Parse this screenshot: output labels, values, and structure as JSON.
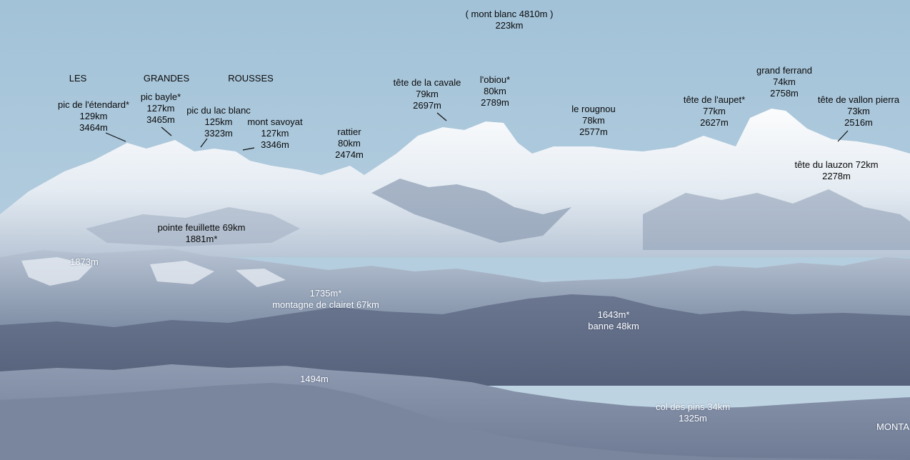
{
  "labels": {
    "mont_blanc": {
      "name": "( mont blanc 4810m )",
      "dist": "223km"
    },
    "les": "LES",
    "grandes": "GRANDES",
    "rousses": "ROUSSES",
    "etendard": {
      "name": "pic de l'étendard*",
      "dist": "129km",
      "alt": "3464m"
    },
    "bayle": {
      "name": "pic bayle*",
      "dist": "127km",
      "alt": "3465m"
    },
    "lac_blanc": {
      "name": "pic du lac blanc",
      "dist": "125km",
      "alt": "3323m"
    },
    "savoyat": {
      "name": "mont savoyat",
      "dist": "127km",
      "alt": "3346m"
    },
    "rattier": {
      "name": "rattier",
      "dist": "80km",
      "alt": "2474m"
    },
    "cavale": {
      "name": "tête de la cavale",
      "dist": "79km",
      "alt": "2697m"
    },
    "obiou": {
      "name": "l'obiou*",
      "dist": "80km",
      "alt": "2789m"
    },
    "rougnou": {
      "name": "le rougnou",
      "dist": "78km",
      "alt": "2577m"
    },
    "aupet": {
      "name": "tête de l'aupet*",
      "dist": "77km",
      "alt": "2627m"
    },
    "ferrand": {
      "name": "grand ferrand",
      "dist": "74km",
      "alt": "2758m"
    },
    "vallon_pierra": {
      "name": "tête de vallon pierra",
      "dist": "73km",
      "alt": "2516m"
    },
    "lauzon": {
      "name": "tête du lauzon 72km",
      "alt": "2278m"
    },
    "feuillette": {
      "name": "pointe feuillette 69km",
      "alt": "1881m*"
    },
    "alt_1873": "1873m",
    "clairet": {
      "alt": "1735m*",
      "name": "montagne de clairet 67km"
    },
    "banne": {
      "alt": "1643m*",
      "name": "banne 48km"
    },
    "alt_1494": "1494m",
    "col_des_pins": {
      "name": "col des pins 34km",
      "alt": "1325m"
    },
    "monta": "MONTA"
  },
  "colors": {
    "sky": "#a9c8dc",
    "snow": "#f4f7fa",
    "rock": "#7f8fa6",
    "haze": "#9aa6bb"
  }
}
